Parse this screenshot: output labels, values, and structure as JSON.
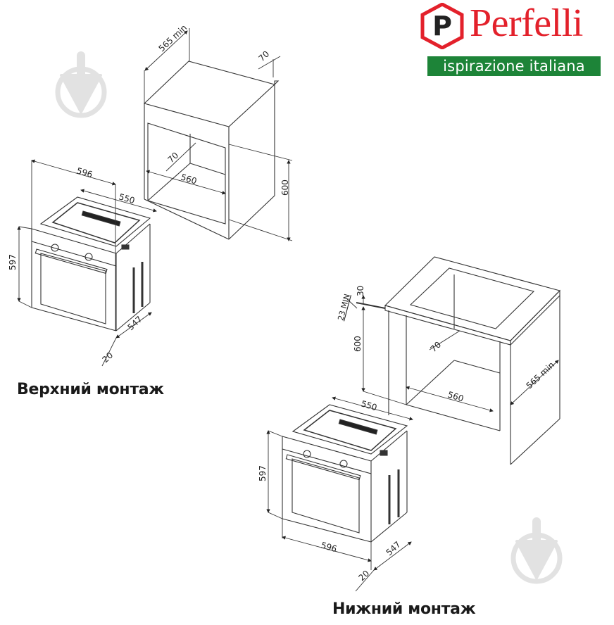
{
  "brand": {
    "name": "Perfelli",
    "badge_letter": "P",
    "tagline": "ispirazione italiana",
    "colors": {
      "red": "#e3212b",
      "green": "#1d8438"
    }
  },
  "watermark_icons": [
    "trowel-in-circle-icon",
    "trowel-in-circle-icon"
  ],
  "diagrams": {
    "top_mount": {
      "caption": "Верхний монтаж",
      "cabinet": {
        "depth": "565 min",
        "back_gap": "70",
        "inner_gap": "70",
        "inner_width": "560",
        "height": "600"
      },
      "oven": {
        "width": "596",
        "body_width": "550",
        "height": "597",
        "depth": "547",
        "front_thickness": "20"
      }
    },
    "bottom_mount": {
      "caption": "Нижний монтаж",
      "cabinet": {
        "top_gap": "30",
        "countertop": "23 MIN",
        "height": "600",
        "inner_gap": "70",
        "inner_width": "560",
        "depth": "565 min"
      },
      "oven": {
        "body_width": "550",
        "height": "597",
        "width": "596",
        "depth": "547",
        "front_thickness": "20"
      }
    }
  }
}
